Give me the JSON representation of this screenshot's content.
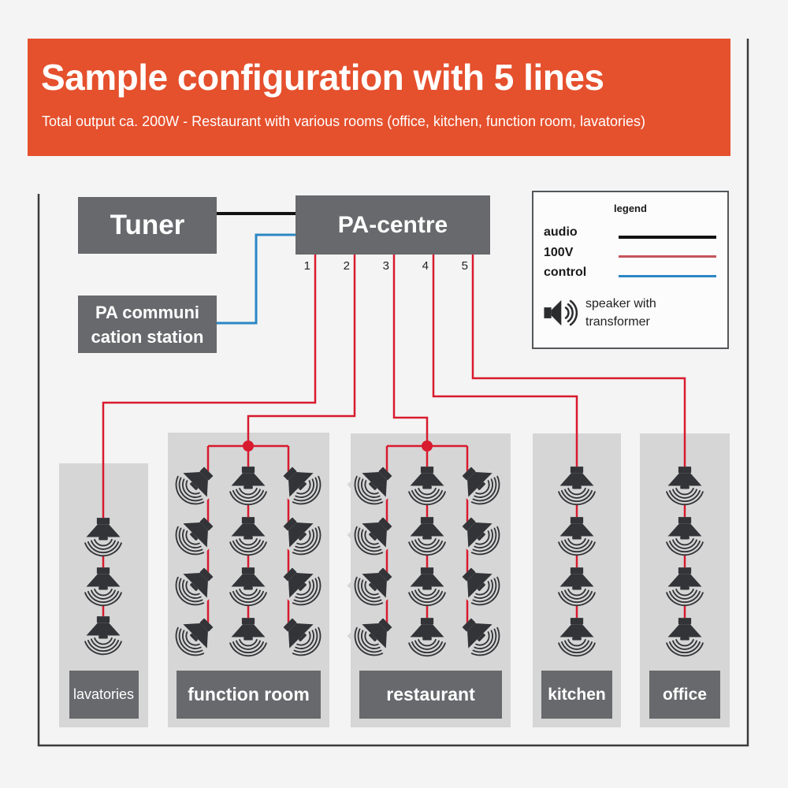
{
  "header": {
    "title": "Sample configuration with 5 lines",
    "subtitle": "Total output ca. 200W - Restaurant with various rooms (office, kitchen, function room, lavatories)"
  },
  "devices": {
    "tuner": {
      "label": "Tuner"
    },
    "pa_centre": {
      "label": "PA-centre",
      "outputs": [
        "1",
        "2",
        "3",
        "4",
        "5"
      ]
    },
    "pa_station": {
      "label_line1": "PA communi",
      "label_line2": "cation station"
    }
  },
  "legend": {
    "title": "legend",
    "entries": [
      {
        "label": "audio",
        "color": "#111111"
      },
      {
        "label": "100V",
        "color": "#c4545c"
      },
      {
        "label": "control",
        "color": "#2b87c4"
      }
    ],
    "speaker": {
      "label_line1": "speaker with",
      "label_line2": "transformer"
    }
  },
  "rooms": [
    {
      "id": "lavatories",
      "label": "lavatories",
      "line": "1",
      "columns": [
        {
          "orientation": "down",
          "count": 3
        }
      ]
    },
    {
      "id": "function-room",
      "label": "function room",
      "line": "2",
      "columns": [
        {
          "orientation": "tilt-left",
          "count": 4
        },
        {
          "orientation": "down",
          "count": 4
        },
        {
          "orientation": "tilt-right",
          "count": 4
        }
      ]
    },
    {
      "id": "restaurant",
      "label": "restaurant",
      "line": "3",
      "columns": [
        {
          "orientation": "tilt-left",
          "count": 4
        },
        {
          "orientation": "down",
          "count": 4
        },
        {
          "orientation": "tilt-right",
          "count": 4
        }
      ]
    },
    {
      "id": "kitchen",
      "label": "kitchen",
      "line": "4",
      "columns": [
        {
          "orientation": "down",
          "count": 4
        }
      ]
    },
    {
      "id": "office",
      "label": "office",
      "line": "5",
      "columns": [
        {
          "orientation": "down",
          "count": 4
        }
      ]
    }
  ],
  "colors": {
    "banner": "#e5502d",
    "device_box": "#67696c",
    "room_area": "#d6d6d6",
    "wire_audio": "#111111",
    "wire_100v": "#d81a2e",
    "wire_control": "#2b87c4",
    "speaker": "#333438"
  }
}
